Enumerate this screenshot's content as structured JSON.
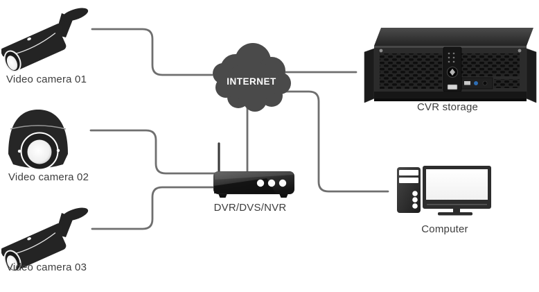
{
  "diagram": {
    "nodes": {
      "camera1": {
        "label": "Video camera 01",
        "type": "bullet-camera"
      },
      "camera2": {
        "label": "Video camera 02",
        "type": "dome-camera"
      },
      "camera3": {
        "label": "Video camera 03",
        "type": "bullet-camera"
      },
      "internet": {
        "label": "INTERNET",
        "type": "cloud"
      },
      "dvr": {
        "label": "DVR/DVS/NVR",
        "type": "recorder"
      },
      "cvr": {
        "label": "CVR storage",
        "type": "rack-server"
      },
      "computer": {
        "label": "Computer",
        "type": "desktop-computer"
      }
    },
    "connections": [
      {
        "from": "camera1",
        "to": "internet"
      },
      {
        "from": "camera2",
        "to": "dvr"
      },
      {
        "from": "camera3",
        "to": "dvr"
      },
      {
        "from": "internet",
        "to": "dvr"
      },
      {
        "from": "internet",
        "to": "cvr"
      },
      {
        "from": "internet",
        "to": "computer"
      }
    ],
    "colors": {
      "background": "#ffffff",
      "wire": "#6f6f6f",
      "cloud": "#4a4a4a",
      "device": "#262626",
      "label_text": "#3d3d3d",
      "cloud_text": "#ffffff"
    }
  }
}
